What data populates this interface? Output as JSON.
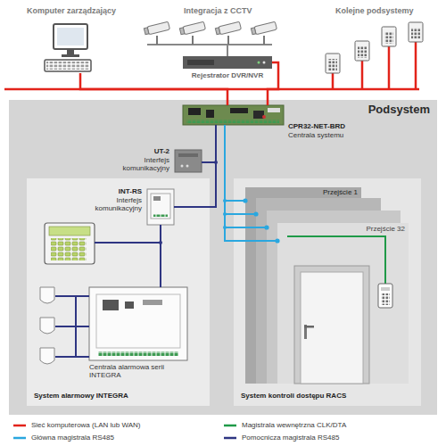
{
  "diagram": {
    "nodes": [
      {
        "text": [
          "Komputer zarządzający"
        ]
      },
      {
        "text": [
          "Rejestrator DVR/NVR"
        ]
      },
      {
        "text": [
          "Podsystem"
        ]
      },
      {
        "text": [
          "CPR32-NET-BRD",
          "Centrala systemu"
        ],
        "in": 2
      },
      {
        "text": [
          "UT-2",
          "Interfejs komunikacyjny"
        ],
        "in": 2
      },
      {
        "text": [
          "System alarmowy INTEGRA"
        ],
        "in": 2
      },
      {
        "text": [
          "INT-RS",
          "Interfejs komunikacyjny"
        ],
        "in": 5
      },
      {
        "text": [
          "Centrala alarmowa serii INTEGRA"
        ],
        "in": 5
      },
      {
        "text": [
          "System kontroli dostępu RACS"
        ],
        "in": 2
      },
      {
        "text": [
          "Przejście 1"
        ],
        "in": 8
      },
      {
        "text": [
          "Przejście 32"
        ],
        "in": 8
      }
    ],
    "edges": [
      {
        "from": 0,
        "to": 3,
        "arrow": "none"
      },
      {
        "from": 1,
        "to": 3,
        "arrow": "none"
      },
      {
        "from": 3,
        "to": 4,
        "arrow": "none"
      },
      {
        "from": 3,
        "to": 6,
        "arrow": "none"
      },
      {
        "from": 6,
        "to": 7,
        "arrow": "none"
      },
      {
        "from": 3,
        "to": 9,
        "arrow": "none"
      },
      {
        "from": 3,
        "to": 10,
        "arrow": "none"
      }
    ],
    "labels": [
      "Integracja z CCTV",
      "Kolejne podsystemy"
    ],
    "legend": [
      {
        "text": "Sieć komputerowa (LAN lub WAN)"
      },
      {
        "text": "Magistrala wewnętrzna CLK/DTA"
      },
      {
        "text": "Główna magistrala RS485"
      },
      {
        "text": "Pomocnicza magistrala RS485"
      }
    ]
  }
}
